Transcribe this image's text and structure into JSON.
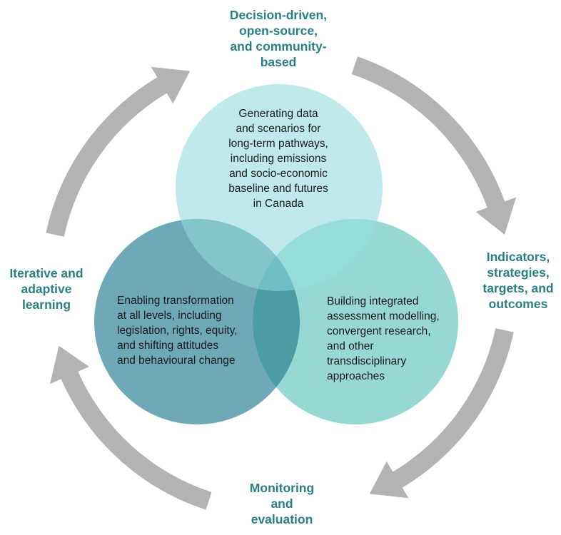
{
  "diagram": {
    "type": "cycle-with-venn",
    "colors": {
      "arrow": "#b3b3b3",
      "label": "#2a7f86",
      "circle_top": "#bfe9ea",
      "circle_left": "#6fa9b8",
      "circle_right": "#98d8d3",
      "overlap_top_left": "#84c5cc",
      "overlap_top_right": "#96dcd8",
      "overlap_left_right": "#4b9ca5",
      "overlap_center": "#6fc0c6"
    },
    "cycle_stages": [
      {
        "id": "top",
        "label": "Decision-driven,\nopen-source,\nand community-\nbased"
      },
      {
        "id": "right",
        "label": "Indicators,\nstrategies,\ntargets, and\noutcomes"
      },
      {
        "id": "bottom",
        "label": "Monitoring\nand\nevaluation"
      },
      {
        "id": "left",
        "label": "Iterative and\nadaptive\nlearning"
      }
    ],
    "arrows": [
      {
        "from": "top",
        "to": "right",
        "direction": "clockwise"
      },
      {
        "from": "right",
        "to": "bottom",
        "direction": "clockwise"
      },
      {
        "from": "bottom",
        "to": "left",
        "direction": "clockwise"
      },
      {
        "from": "left",
        "to": "top",
        "direction": "clockwise"
      }
    ],
    "circles": [
      {
        "id": "top",
        "text": "Generating data\nand scenarios for\nlong-term pathways,\nincluding emissions\nand socio-economic\nbaseline and futures\nin Canada"
      },
      {
        "id": "left",
        "text": "Enabling transformation\nat all levels, including\nlegislation, rights, equity,\nand shifting attitudes\nand behavioural change"
      },
      {
        "id": "right",
        "text": "Building integrated\nassessment modelling,\nconvergent research,\nand other\ntransdisciplinary\napproaches"
      }
    ]
  }
}
